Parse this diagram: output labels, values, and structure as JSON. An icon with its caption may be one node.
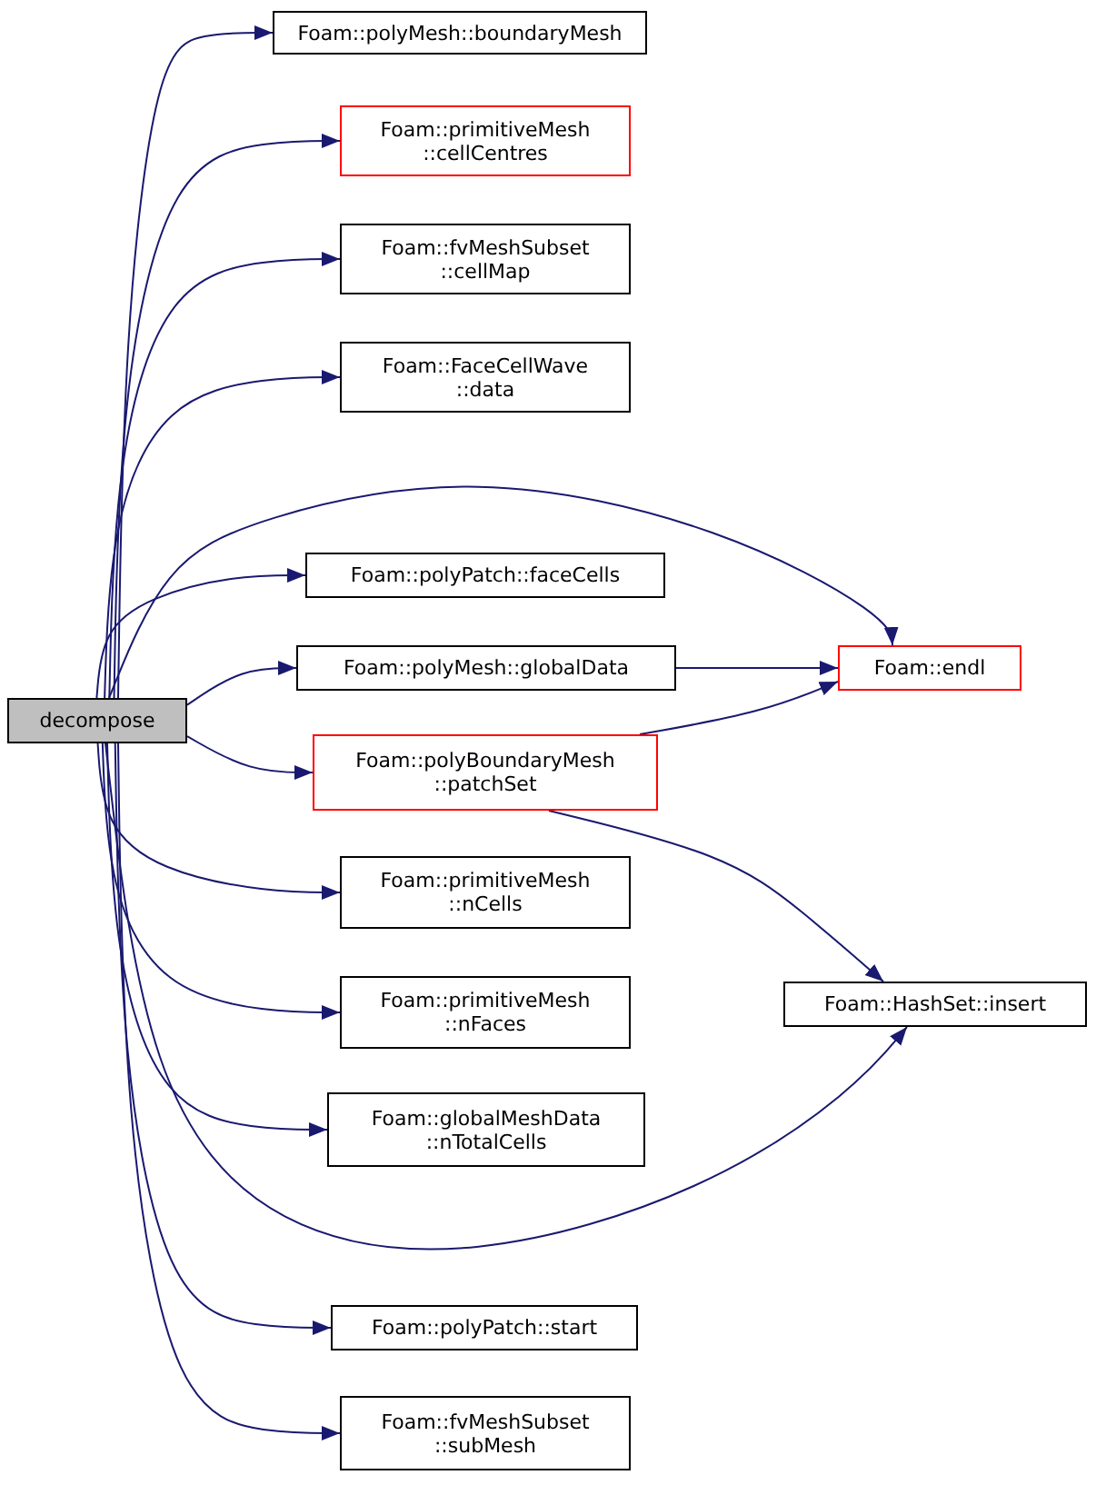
{
  "diagram": {
    "nodes": [
      {
        "text": [
          "decompose"
        ]
      },
      {
        "text": [
          "Foam::polyMesh::boundaryMesh"
        ]
      },
      {
        "text": [
          "Foam::primitiveMesh ::cellCentres"
        ]
      },
      {
        "text": [
          "Foam::fvMeshSubset ::cellMap"
        ]
      },
      {
        "text": [
          "Foam::FaceCellWave ::data"
        ]
      },
      {
        "text": [
          "Foam::polyPatch::faceCells"
        ]
      },
      {
        "text": [
          "Foam::polyMesh::globalData"
        ]
      },
      {
        "text": [
          "Foam::polyBoundaryMesh ::patchSet"
        ]
      },
      {
        "text": [
          "Foam::primitiveMesh ::nCells"
        ]
      },
      {
        "text": [
          "Foam::primitiveMesh ::nFaces"
        ]
      },
      {
        "text": [
          "Foam::globalMeshData ::nTotalCells"
        ]
      },
      {
        "text": [
          "Foam::polyPatch::start"
        ]
      },
      {
        "text": [
          "Foam::fvMeshSubset ::subMesh"
        ]
      },
      {
        "text": [
          "Foam::endl"
        ]
      },
      {
        "text": [
          "Foam::HashSet::insert"
        ]
      }
    ],
    "edges": [
      {
        "from": 0,
        "to": 1,
        "arrow": "to"
      },
      {
        "from": 0,
        "to": 2,
        "arrow": "to"
      },
      {
        "from": 0,
        "to": 3,
        "arrow": "to"
      },
      {
        "from": 0,
        "to": 4,
        "arrow": "to"
      },
      {
        "from": 0,
        "to": 13,
        "arrow": "to"
      },
      {
        "from": 0,
        "to": 5,
        "arrow": "to"
      },
      {
        "from": 0,
        "to": 6,
        "arrow": "to"
      },
      {
        "from": 0,
        "to": 7,
        "arrow": "to"
      },
      {
        "from": 0,
        "to": 8,
        "arrow": "to"
      },
      {
        "from": 0,
        "to": 9,
        "arrow": "to"
      },
      {
        "from": 0,
        "to": 10,
        "arrow": "to"
      },
      {
        "from": 0,
        "to": 14,
        "arrow": "to"
      },
      {
        "from": 0,
        "to": 11,
        "arrow": "to"
      },
      {
        "from": 0,
        "to": 12,
        "arrow": "to"
      },
      {
        "from": 6,
        "to": 13,
        "arrow": "to"
      },
      {
        "from": 7,
        "to": 13,
        "arrow": "to"
      },
      {
        "from": 7,
        "to": 14,
        "arrow": "to"
      }
    ]
  }
}
